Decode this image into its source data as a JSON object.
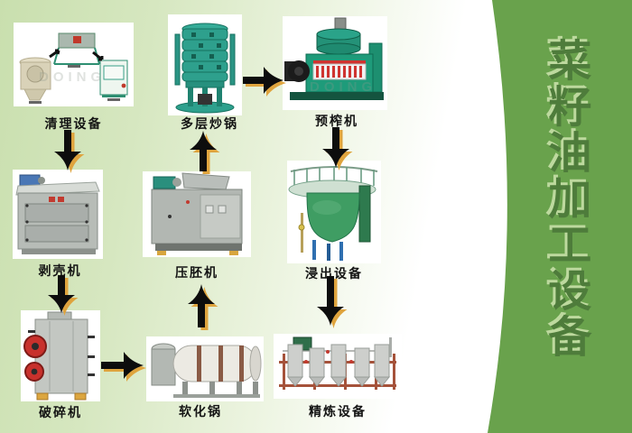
{
  "banner": {
    "title": "菜籽油加工设备"
  },
  "watermark": "DOING",
  "flow": {
    "nodes": [
      {
        "id": "cleaning",
        "label": "清理设备"
      },
      {
        "id": "roaster",
        "label": "多层炒锅"
      },
      {
        "id": "prepress",
        "label": "预榨机"
      },
      {
        "id": "huller",
        "label": "剥壳机"
      },
      {
        "id": "flaker",
        "label": "压胚机"
      },
      {
        "id": "extractor",
        "label": "浸出设备"
      },
      {
        "id": "crusher",
        "label": "破碎机"
      },
      {
        "id": "softener",
        "label": "软化锅"
      },
      {
        "id": "refinery",
        "label": "精炼设备"
      }
    ],
    "edges": [
      {
        "from": "清理设备",
        "to": "剥壳机",
        "direction": "down"
      },
      {
        "from": "剥壳机",
        "to": "破碎机",
        "direction": "down"
      },
      {
        "from": "破碎机",
        "to": "软化锅",
        "direction": "right"
      },
      {
        "from": "软化锅",
        "to": "压胚机",
        "direction": "up"
      },
      {
        "from": "压胚机",
        "to": "多层炒锅",
        "direction": "up"
      },
      {
        "from": "多层炒锅",
        "to": "预榨机",
        "direction": "right"
      },
      {
        "from": "预榨机",
        "to": "浸出设备",
        "direction": "down"
      },
      {
        "from": "浸出设备",
        "to": "精炼设备",
        "direction": "down"
      }
    ],
    "colors": {
      "banner_green": "#69a24c",
      "banner_text": "#4e7c3b",
      "banner_text_highlight": "#bdd99e",
      "arrow_black": "#0d0d0d",
      "arrow_gold": "#dfa43e",
      "background_green": "#c9dfae"
    }
  }
}
